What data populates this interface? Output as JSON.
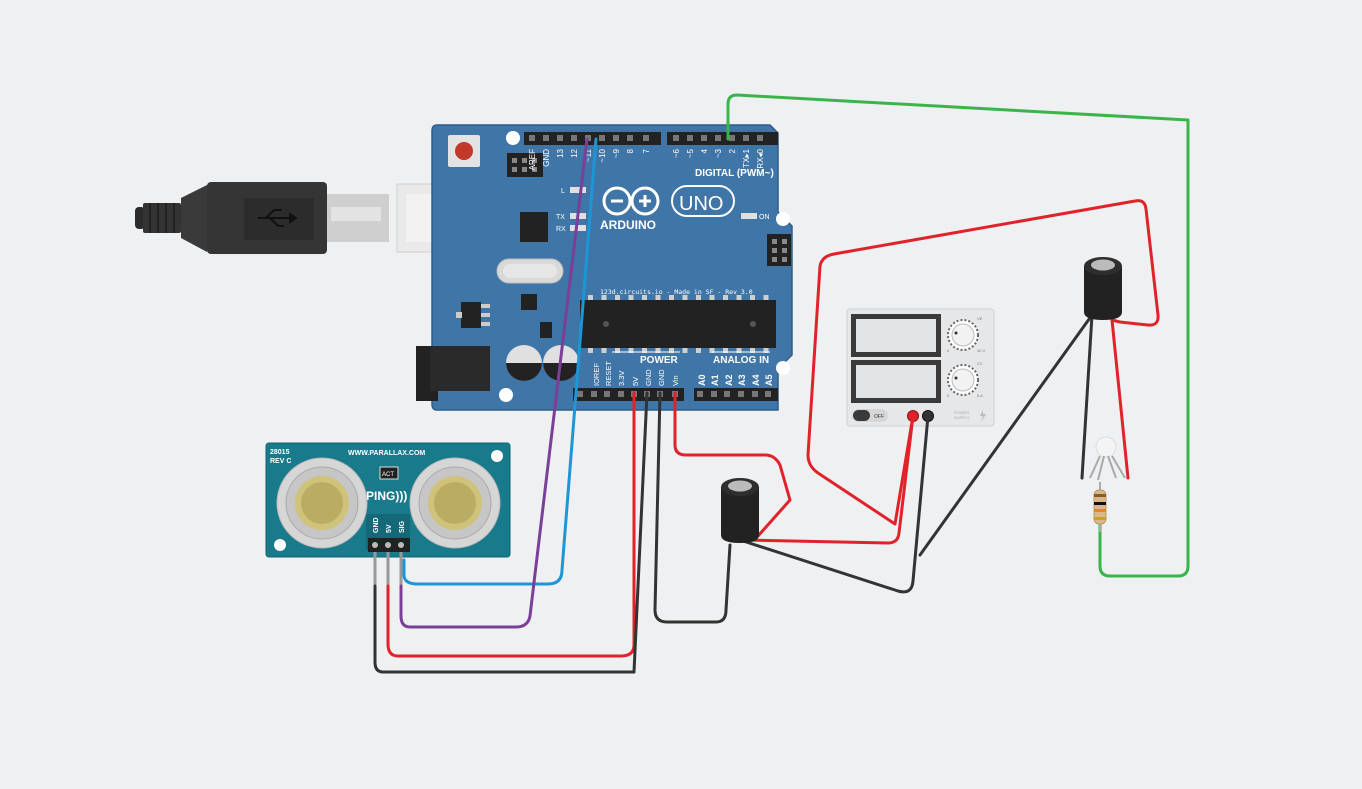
{
  "colors": {
    "background": "#eef0f2",
    "board": "#3f75a7",
    "board_edge": "#2f5d8a",
    "wire_red": "#e0232a",
    "wire_black": "#333333",
    "wire_green": "#3bb54a",
    "wire_blue": "#1e96d6",
    "wire_purple": "#7b3f98",
    "sensor_pcb": "#197a8c"
  },
  "arduino": {
    "digital_pins": [
      "AREF",
      "GND",
      "13",
      "12",
      "~11",
      "~10",
      "~9",
      "8",
      "7",
      "~6",
      "~5",
      "4",
      "~3",
      "2",
      "TX▸1",
      "RX◂0"
    ],
    "digital_label": "DIGITAL (PWM~)",
    "led_l": "L",
    "led_tx": "TX",
    "led_rx": "RX",
    "brand": "ARDUINO",
    "model": "UNO",
    "on_label": "ON",
    "footer_text": "123d.circuits.io - Made in SF - Rev 3.0",
    "power_label": "POWER",
    "analog_label": "ANALOG IN",
    "power_pins": [
      "IOREF",
      "RESET",
      "3.3V",
      "5V",
      "GND",
      "GND",
      "Vin"
    ],
    "analog_pins": [
      "A0",
      "A1",
      "A2",
      "A3",
      "A4",
      "A5"
    ]
  },
  "ping_sensor": {
    "part_number": "28015",
    "revision": "REV C",
    "website": "WWW.PARALLAX.COM",
    "act_label": "ACT",
    "logo": "PING)))",
    "pins": [
      "GND",
      "5V",
      "SIG"
    ]
  },
  "power_supply": {
    "switch_label": "OFF",
    "knob_top_label": "VE",
    "knob_bottom_label": "CC",
    "knob_top_max": "30 V",
    "knob_bottom_max": "5 A",
    "knob_min": "0",
    "brand_line1": "POWER",
    "brand_line2": "SUPPLY"
  }
}
